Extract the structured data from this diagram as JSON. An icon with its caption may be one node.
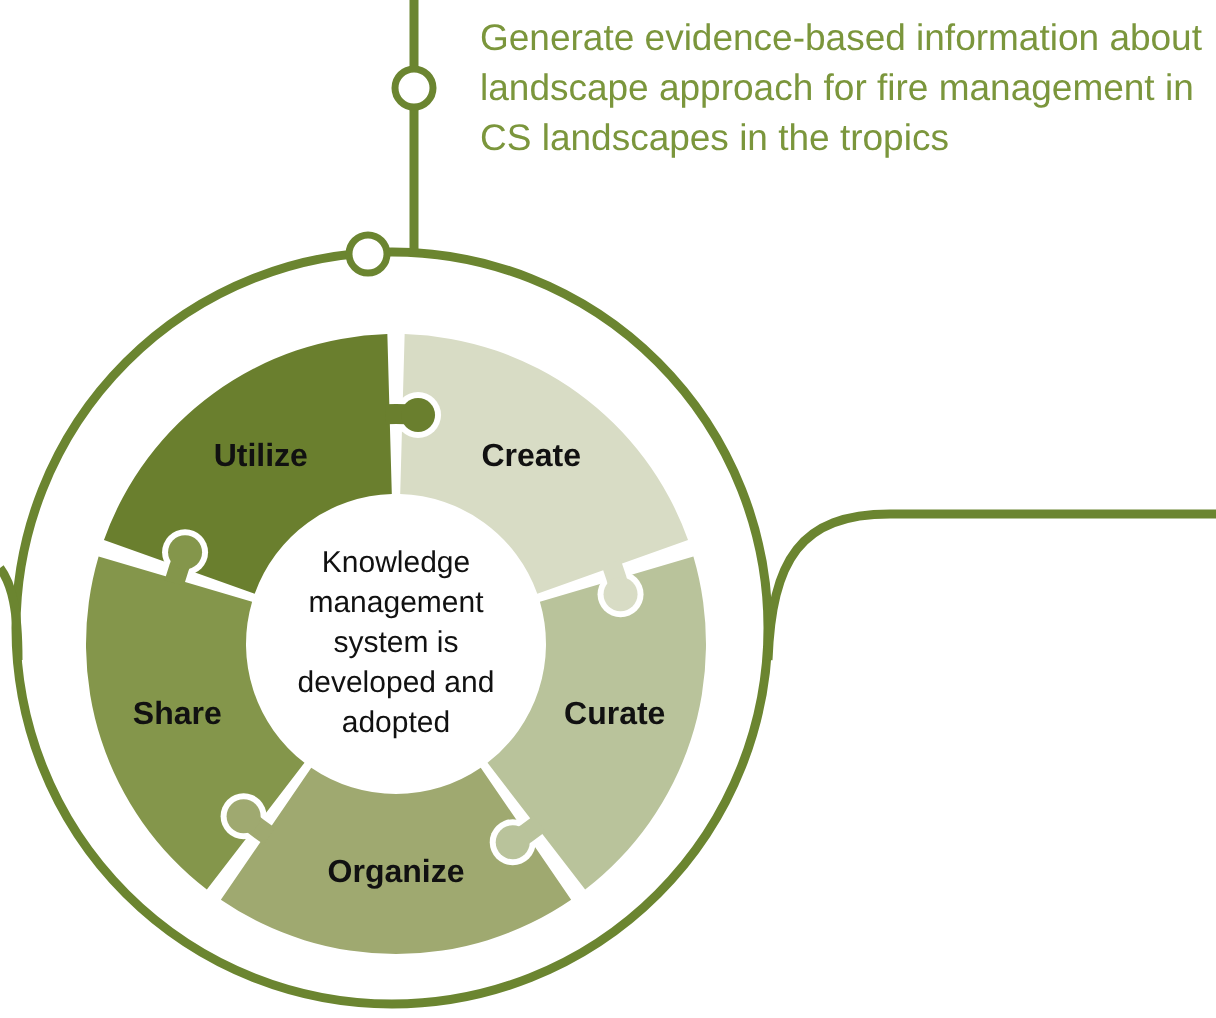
{
  "diagram": {
    "nodes": [
      {
        "text": [
          "Generate evidence-based information about landscape approach for fire management in CS landscapes in the tropics"
        ]
      },
      {
        "text": [
          "Knowledge management system is developed and adopted"
        ]
      },
      {
        "text": [
          "Create"
        ]
      },
      {
        "text": [
          "Curate"
        ]
      },
      {
        "text": [
          "Organize"
        ]
      },
      {
        "text": [
          "Share"
        ]
      },
      {
        "text": [
          "Utilize"
        ]
      }
    ]
  }
}
